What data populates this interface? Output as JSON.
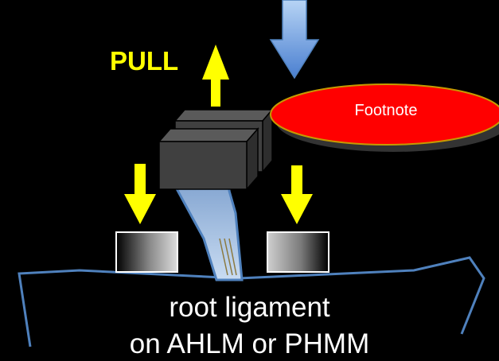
{
  "labels": {
    "pull": "PULL",
    "footnote": "Footnote",
    "caption_line1": "root ligament",
    "caption_line2": "on AHLM or PHMM"
  },
  "colors": {
    "background": "#000000",
    "arrow_yellow": "#ffff00",
    "arrow_blue_top": "#b7d4f5",
    "arrow_blue_bottom": "#4a7fd0",
    "ellipse_red": "#ff0000",
    "ellipse_outline": "#c69a00",
    "block_grey": "#404040",
    "ligament_blue": "#8aaed8",
    "outline_blue": "#4f81bd",
    "text_white": "#ffffff"
  }
}
